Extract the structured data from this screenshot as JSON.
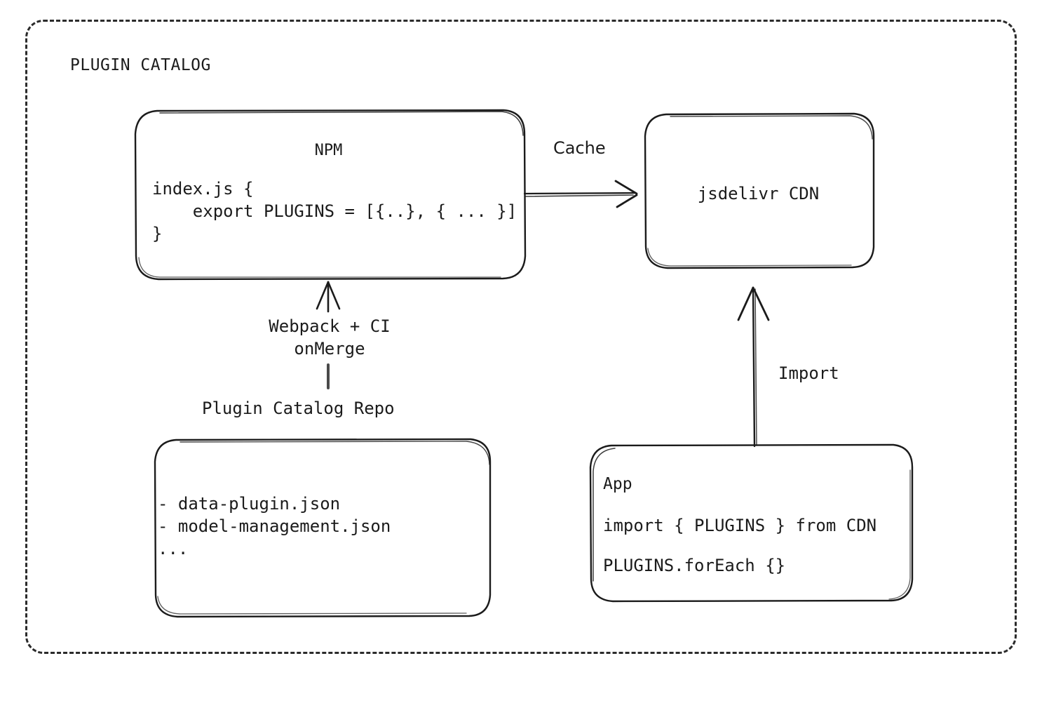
{
  "diagram": {
    "title": "PLUGIN CATALOG",
    "type": "architecture-flow",
    "background_color": "#ffffff",
    "stroke_color": "#1b1b1b",
    "nodes": [
      {
        "id": "npm",
        "title": "NPM",
        "title_align": "center",
        "lines": [
          "index.js {",
          "    export PLUGINS = [{..}, { ... }]",
          "}"
        ]
      },
      {
        "id": "cdn",
        "title": "jsdelivr CDN",
        "title_align": "center",
        "lines": []
      },
      {
        "id": "repo",
        "title": "",
        "caption": "Plugin Catalog Repo",
        "lines": [
          "- data-plugin.json",
          "- model-management.json",
          "..."
        ]
      },
      {
        "id": "app",
        "title": "App",
        "title_align": "left",
        "lines": [
          "import { PLUGINS } from CDN",
          "PLUGINS.forEach {}"
        ]
      }
    ],
    "edges": [
      {
        "id": "npm-to-cdn",
        "label": "Cache",
        "from": "npm",
        "to": "cdn",
        "direction": "right"
      },
      {
        "id": "repo-to-npm",
        "label_line1": "Webpack + CI",
        "label_line2": "onMerge",
        "from": "repo",
        "to": "npm",
        "direction": "up"
      },
      {
        "id": "app-to-cdn",
        "label": "Import",
        "from": "app",
        "to": "cdn",
        "direction": "up"
      }
    ]
  }
}
